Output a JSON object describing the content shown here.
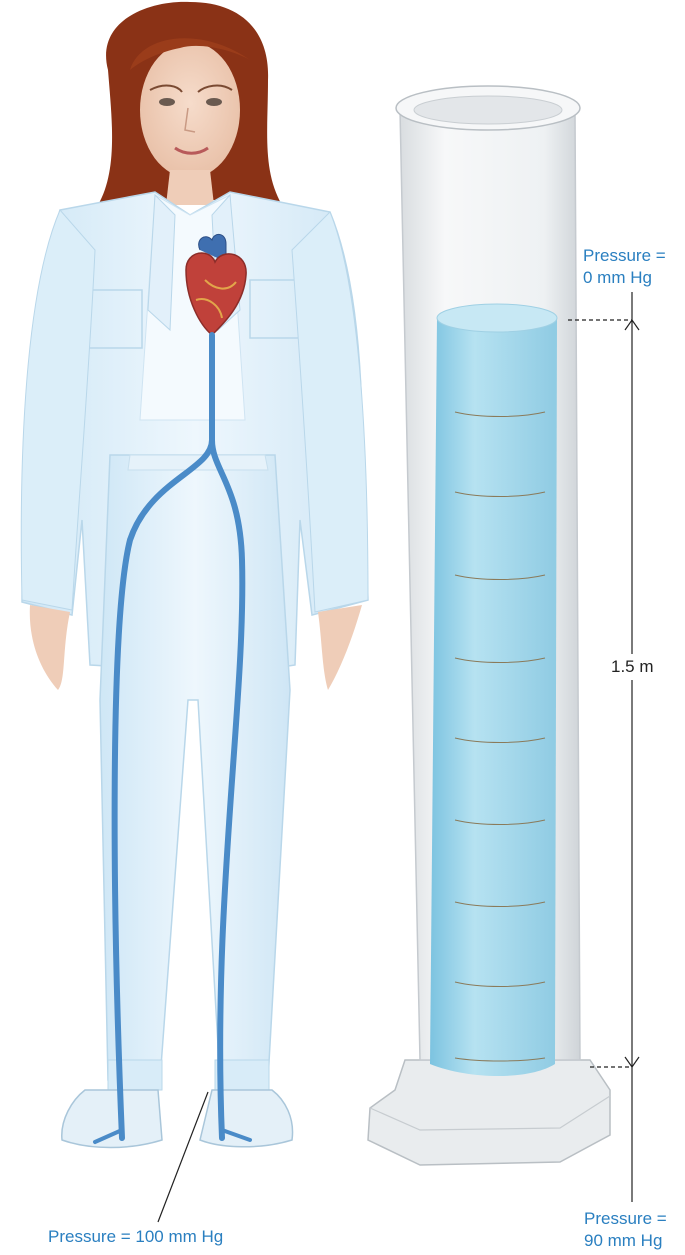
{
  "labels": {
    "top_pressure_line1": "Pressure =",
    "top_pressure_line2": "0 mm Hg",
    "height": "1.5 m",
    "bottom_pressure_line1": "Pressure =",
    "bottom_pressure_line2": "90 mm Hg",
    "foot_pressure": "Pressure = 100 mm Hg"
  },
  "colors": {
    "label_blue": "#2a7fc0",
    "artery_blue": "#4a8bc8",
    "water_blue": "#a6d9ec",
    "clothing": "#e6f3fb",
    "hair": "#8a3216"
  },
  "icons": {
    "person": "woman-figure",
    "heart": "heart-icon",
    "cylinder": "graduated-cylinder"
  }
}
